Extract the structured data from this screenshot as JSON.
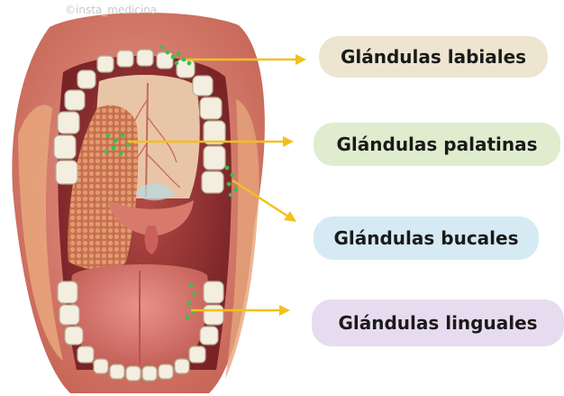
{
  "watermark": "©insta_medicina",
  "labels": [
    {
      "text": "Glándulas labiales",
      "bg": "#ede5cf"
    },
    {
      "text": "Glándulas palatinas",
      "bg": "#dfeccd"
    },
    {
      "text": "Glándulas bucales",
      "bg": "#d5eaf3"
    },
    {
      "text": "Glándulas linguales",
      "bg": "#e7dcef"
    }
  ],
  "colors": {
    "arrow": "#f2c01c",
    "gland_dot": "#3bbf4a",
    "tissue": "#cf6a5e"
  }
}
